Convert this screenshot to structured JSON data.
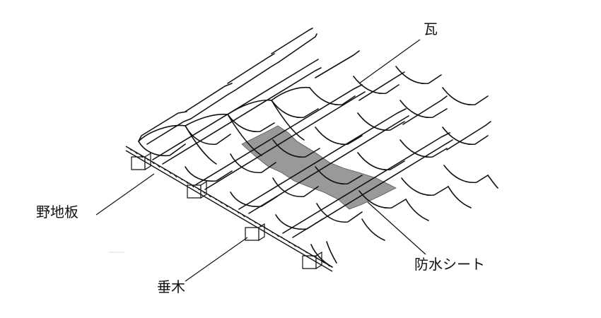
{
  "labels": {
    "kawara": "瓦",
    "nojiita": "野地板",
    "taruki": "垂木",
    "sheet": "防水シート"
  },
  "colors": {
    "line": "#111111",
    "tile_fill": "#ffffff",
    "sheet_fill": "#999999"
  }
}
